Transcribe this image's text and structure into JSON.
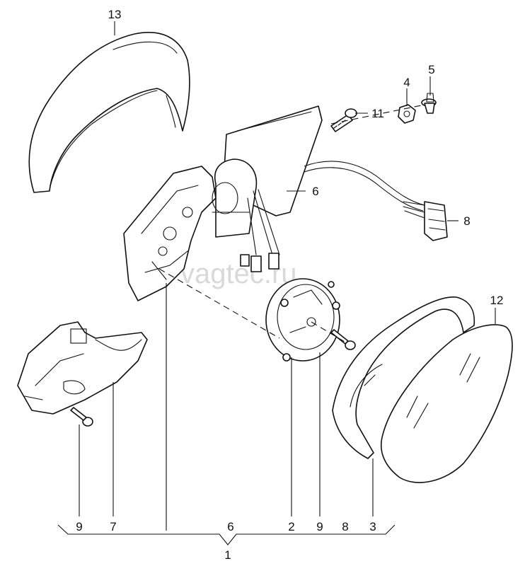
{
  "watermark": "vagtec.ru",
  "callouts": {
    "c13": "13",
    "c4": "4",
    "c5": "5",
    "c11": "11",
    "c6_top": "6",
    "c8_side": "8",
    "c12": "12",
    "bottom": [
      "9",
      "7",
      "6",
      "2",
      "9",
      "8",
      "3"
    ],
    "assembly": "1"
  }
}
